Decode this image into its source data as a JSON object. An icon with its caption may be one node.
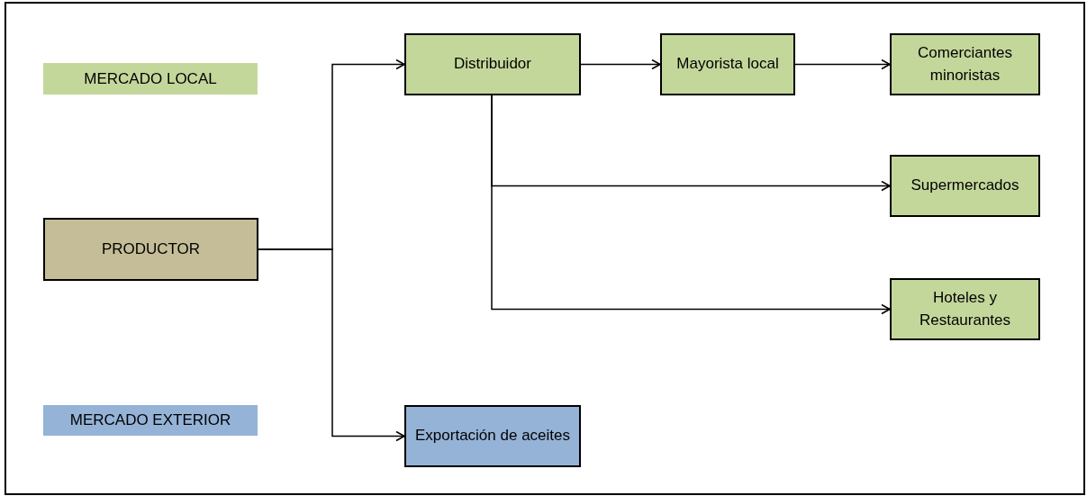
{
  "diagram": {
    "nodes": [
      {
        "text": [
          "PRODUCTOR"
        ]
      },
      {
        "text": [
          "Distribuidor"
        ]
      },
      {
        "text": [
          "Mayorista local"
        ]
      },
      {
        "text": [
          "Comerciantes minoristas"
        ]
      },
      {
        "text": [
          "Supermercados"
        ]
      },
      {
        "text": [
          "Hoteles y Restaurantes"
        ]
      },
      {
        "text": [
          "Exportación de aceites"
        ]
      }
    ],
    "edges": [
      {
        "from": 0,
        "to": 1,
        "arrow": "to"
      },
      {
        "from": 0,
        "to": 6,
        "arrow": "to"
      },
      {
        "from": 1,
        "to": 2,
        "arrow": "to"
      },
      {
        "from": 2,
        "to": 3,
        "arrow": "to"
      },
      {
        "from": 1,
        "to": 4,
        "arrow": "to"
      },
      {
        "from": 1,
        "to": 5,
        "arrow": "to"
      }
    ],
    "legend": [
      {
        "text": "MERCADO LOCAL",
        "color": "#c4d79b"
      },
      {
        "text": "MERCADO EXTERIOR",
        "color": "#95b3d7"
      }
    ]
  }
}
